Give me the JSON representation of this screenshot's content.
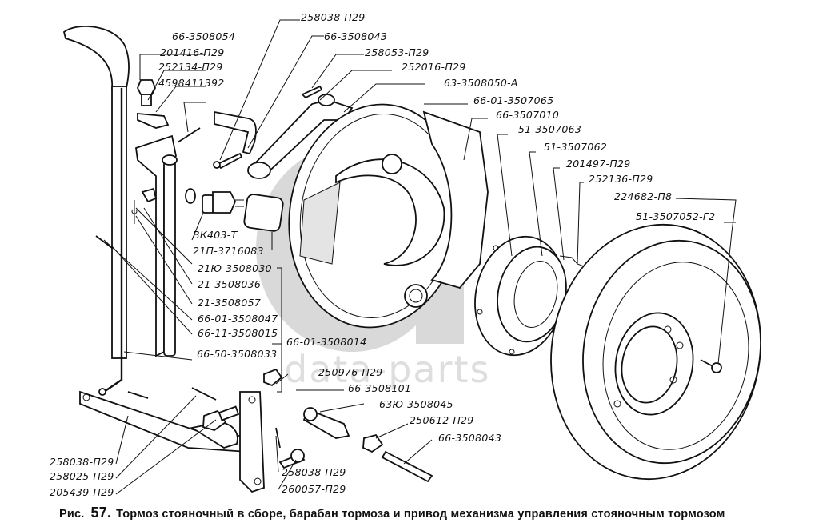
{
  "figure": {
    "caption_prefix": "Рис.",
    "figure_number": "57.",
    "caption_text": "Тормоз стояночный в сборе, барабан тормоза и привод механизма управления стояночным тормозом",
    "watermark": "data-parts"
  },
  "labels": {
    "l01": "66-3508054",
    "l02": "201416-П29",
    "l03": "252134-П29",
    "l04": "4598411392",
    "l05": "258038-П29",
    "l06": "66-3508043",
    "l07": "258053-П29",
    "l08": "252016-П29",
    "l09": "63-3508050-А",
    "l10": "66-01-3507065",
    "l11": "66-3507010",
    "l12": "51-3507063",
    "l13": "51-3507062",
    "l14": "201497-П29",
    "l15": "252136-П29",
    "l16": "224682-П8",
    "l17": "51-3507052-Г2",
    "l18": "ВК403-Т",
    "l19": "21П-3716083",
    "l20": "21Ю-3508030",
    "l21": "21-3508036",
    "l22": "21-3508057",
    "l23": "66-01-3508047",
    "l24": "66-11-3508015",
    "l25": "66-50-3508033",
    "l26": "66-01-3508014",
    "l27": "250976-П29",
    "l28": "66-3508101",
    "l29": "63Ю-3508045",
    "l30": "250612-П29",
    "l31": "66-3508043",
    "l32": "258038-П29",
    "l33": "258025-П29",
    "l34": "205439-П29",
    "l35": "258038-П29",
    "l36": "260057-П29"
  }
}
